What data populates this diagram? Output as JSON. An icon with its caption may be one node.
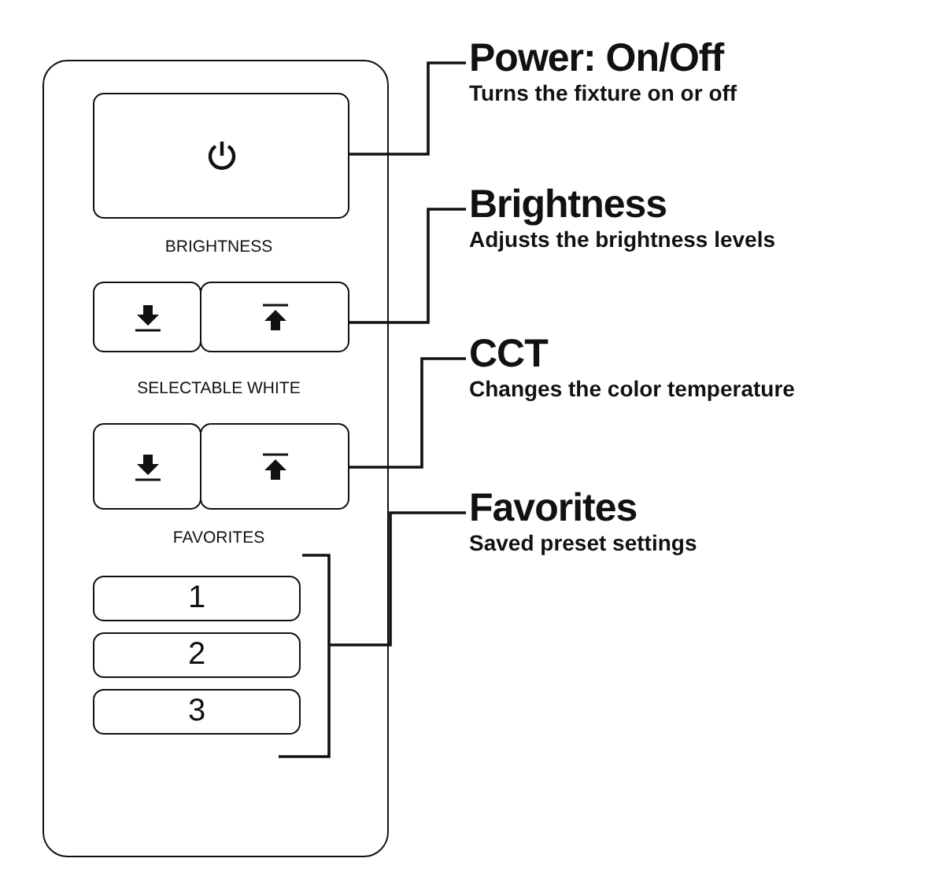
{
  "diagram": {
    "nodes": [
      {
        "text": [],
        "shape": "box"
      },
      {
        "text": [],
        "shape": "box",
        "in": 0
      },
      {
        "text": [],
        "shape": "box",
        "in": 0
      },
      {
        "text": [],
        "shape": "box",
        "in": 0
      },
      {
        "text": [],
        "shape": "box",
        "in": 0
      },
      {
        "text": [],
        "shape": "box",
        "in": 0
      },
      {
        "text": [
          "1"
        ],
        "in": 0
      },
      {
        "text": [
          "2"
        ],
        "in": 0
      },
      {
        "text": [
          "3"
        ],
        "in": 0
      },
      {
        "text": [
          "Power: On/Off",
          "Turns the fixture on or off"
        ]
      },
      {
        "text": [
          "Brightness",
          "Adjusts the brightness levels"
        ]
      },
      {
        "text": [
          "CCT",
          "Changes the color temperature"
        ]
      },
      {
        "text": [
          "Favorites",
          "Saved preset settings"
        ]
      },
      {
        "text": [],
        "shape": "bracket",
        "in": 0
      }
    ],
    "edges": [
      {
        "from": 9,
        "to": 1,
        "arrow": "none"
      },
      {
        "from": 10,
        "to": 3,
        "arrow": "none"
      },
      {
        "from": 11,
        "to": 5,
        "arrow": "none"
      },
      {
        "from": 12,
        "to": 13,
        "arrow": "none"
      }
    ],
    "labels": [
      "BRIGHTNESS",
      "SELECTABLE WHITE",
      "FAVORITES"
    ]
  }
}
